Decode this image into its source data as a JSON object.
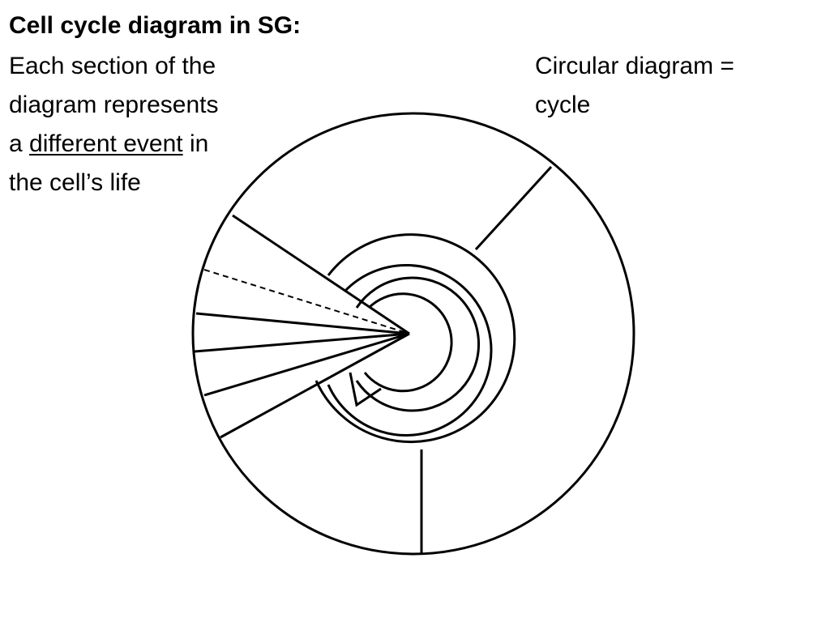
{
  "title": "Cell cycle diagram in SG:",
  "left_note": {
    "line1": "Each section of the",
    "line2": "diagram represents",
    "line3_before": "a ",
    "line3_underlined": "different event",
    "line3_after": " in",
    "line4": "the cell’s life"
  },
  "right_note": {
    "line1": "Circular diagram =",
    "line2": "cycle"
  },
  "colors": {
    "ink": "#000000",
    "background": "#ffffff"
  }
}
